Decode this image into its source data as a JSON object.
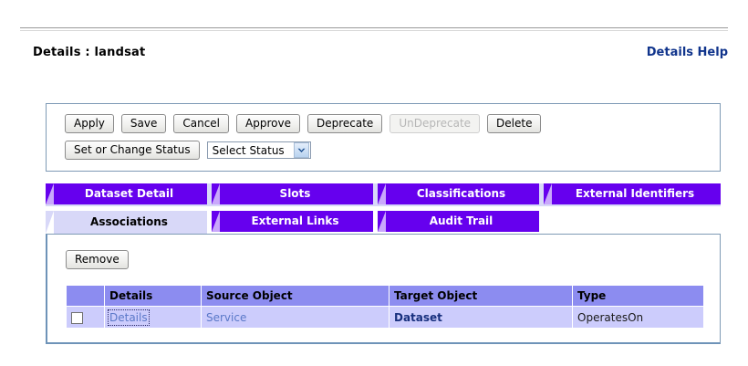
{
  "header": {
    "title": "Details : landsat",
    "help_link": "Details Help"
  },
  "toolbar": {
    "buttons": [
      {
        "label": "Apply",
        "disabled": false
      },
      {
        "label": "Save",
        "disabled": false
      },
      {
        "label": "Cancel",
        "disabled": false
      },
      {
        "label": "Approve",
        "disabled": false
      },
      {
        "label": "Deprecate",
        "disabled": false
      },
      {
        "label": "UnDeprecate",
        "disabled": true
      },
      {
        "label": "Delete",
        "disabled": false
      }
    ],
    "status_button": "Set or Change Status",
    "status_select": {
      "selected": "Select Status",
      "arrow_icon": "chevron-down-icon"
    }
  },
  "tabs_row1": [
    {
      "label": "Dataset Detail",
      "active": false
    },
    {
      "label": "Slots",
      "active": false
    },
    {
      "label": "Classifications",
      "active": false
    },
    {
      "label": "External Identifiers",
      "active": false
    }
  ],
  "tabs_row2": [
    {
      "label": "Associations",
      "active": true
    },
    {
      "label": "External Links",
      "active": false
    },
    {
      "label": "Audit Trail",
      "active": false
    }
  ],
  "content": {
    "remove_button": "Remove",
    "table": {
      "columns": [
        "",
        "Details",
        "Source Object",
        "Target Object",
        "Type"
      ],
      "rows": [
        {
          "checked": false,
          "details": "Details",
          "source_object": "Service",
          "target_object": "Dataset",
          "type": "OperatesOn"
        }
      ]
    }
  },
  "colors": {
    "tab_purple": "#6600ee",
    "tab_active_bg": "#d8d8f8",
    "table_header": "#8c8cf0",
    "table_row": "#ccccfc",
    "link_blue": "#5a78c8",
    "help_blue": "#10348c",
    "panel_border": "#7e9ab5"
  }
}
